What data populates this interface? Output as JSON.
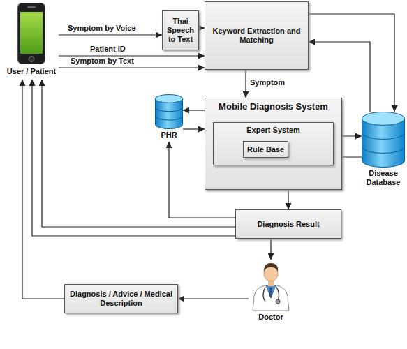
{
  "diagram": {
    "nodes": [
      {
        "text": [
          "User / Patient"
        ]
      },
      {
        "text": [
          "Thai Speech to Text"
        ]
      },
      {
        "text": [
          "Keyword Extraction and Matching"
        ]
      },
      {
        "text": [
          "PHR"
        ]
      },
      {
        "text": [
          "Mobile Diagnosis System"
        ]
      },
      {
        "text": [
          "Expert System"
        ],
        "in": 4
      },
      {
        "text": [
          "Rule Base"
        ],
        "in": 5
      },
      {
        "text": [
          "Disease Database"
        ]
      },
      {
        "text": [
          "Diagnosis Result"
        ]
      },
      {
        "text": [
          "Doctor"
        ]
      },
      {
        "text": [
          "Diagnosis / Advice / Medical Description"
        ]
      }
    ],
    "edges": [
      {
        "from": 0,
        "to": 1,
        "label": "Symptom by Voice",
        "arrow": "to"
      },
      {
        "from": 0,
        "to": 2,
        "label": "Patient ID",
        "arrow": "to"
      },
      {
        "from": 0,
        "to": 2,
        "label": "Symptom by Text",
        "arrow": "to"
      },
      {
        "from": 1,
        "to": 2,
        "arrow": "to"
      },
      {
        "from": 2,
        "to": 4,
        "label": "Symptom",
        "arrow": "to"
      },
      {
        "from": 2,
        "to": 7,
        "arrow": "to"
      },
      {
        "from": 7,
        "to": 2,
        "arrow": "to"
      },
      {
        "from": 4,
        "to": 3,
        "arrow": "to"
      },
      {
        "from": 3,
        "to": 4,
        "arrow": "to"
      },
      {
        "from": 5,
        "to": 7,
        "arrow": "to"
      },
      {
        "from": 7,
        "to": 5,
        "arrow": "to"
      },
      {
        "from": 4,
        "to": 8,
        "arrow": "to"
      },
      {
        "from": 8,
        "to": 3,
        "arrow": "to"
      },
      {
        "from": 8,
        "to": 0,
        "arrow": "to"
      },
      {
        "from": 8,
        "to": 0,
        "arrow": "to"
      },
      {
        "from": 8,
        "to": 9,
        "arrow": "to"
      },
      {
        "from": 9,
        "to": 10,
        "arrow": "to"
      },
      {
        "from": 10,
        "to": 0,
        "arrow": "to"
      }
    ]
  }
}
